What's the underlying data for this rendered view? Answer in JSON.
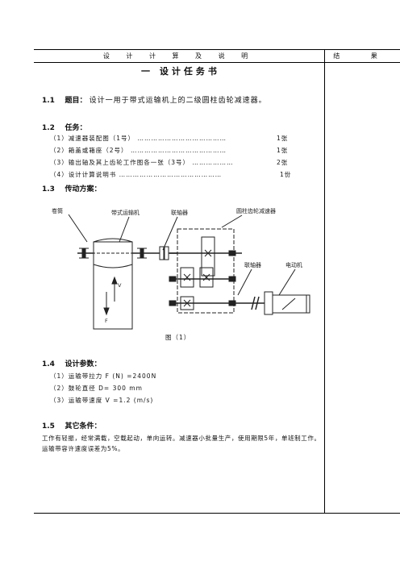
{
  "header": {
    "left": "设 计 计 算 及 说 明",
    "right": "结 果"
  },
  "doc_title": "一  设计任务书",
  "s1": {
    "num": "1.1",
    "head": "题目：",
    "text": "设计一用于带式运输机上的二级圆柱齿轮减速器。"
  },
  "s2": {
    "num": "1.2",
    "head": "任务：",
    "items": [
      {
        "text": "（1）减速器装配图（1号）",
        "dots": "…………………………………",
        "qty": "1张"
      },
      {
        "text": "（2）箱盖或箱座（2号）",
        "dots": "……………………………………",
        "qty": "1张"
      },
      {
        "text": "（3）输出轴及其上齿轮工作图各一张（3号）",
        "dots": "………………",
        "qty": "2张"
      },
      {
        "text": "（4）设计计算说明书",
        "dots": "………………………………………",
        "qty": "1份"
      }
    ]
  },
  "s3": {
    "num": "1.3",
    "head": "传动方案："
  },
  "diagram": {
    "labels": {
      "drum": "卷筒",
      "conveyor": "带式运输机",
      "coupling1": "联轴器",
      "reducer": "圆柱齿轮减速器",
      "coupling2": "联轴器",
      "motor": "电动机",
      "v": "V",
      "f": "F"
    },
    "caption": "图（1）"
  },
  "s4": {
    "num": "1.4",
    "head": "设计参数：",
    "items": [
      "（1）运输带拉力 F (N) =2400N",
      "（2）鼓轮直径  D= 300 mm",
      "（3）运输带速度 V =1.2 (m/s)"
    ]
  },
  "s5": {
    "num": "1.5",
    "head": "其它条件：",
    "text": "工作有轻振，经常满载，空载起动，单向运转。减速器小批量生产，使用期限5年，单班制工作。运输带容许速度误差为5%。"
  }
}
